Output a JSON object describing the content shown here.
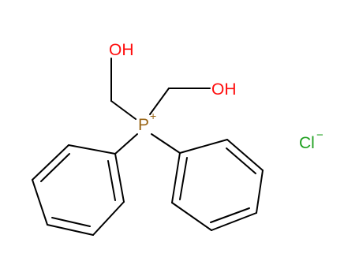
{
  "molecule": {
    "atoms": [
      {
        "id": "oh_top",
        "label": "OH",
        "color": "#ff0d0d"
      },
      {
        "id": "oh_right",
        "label": "OH",
        "color": "#ff0d0d"
      },
      {
        "id": "p",
        "label": "P",
        "charge": "+",
        "color": "#996515"
      },
      {
        "id": "cl",
        "label": "Cl",
        "charge": "−",
        "color": "#1fa01f"
      }
    ],
    "bond_color": "#000000"
  }
}
